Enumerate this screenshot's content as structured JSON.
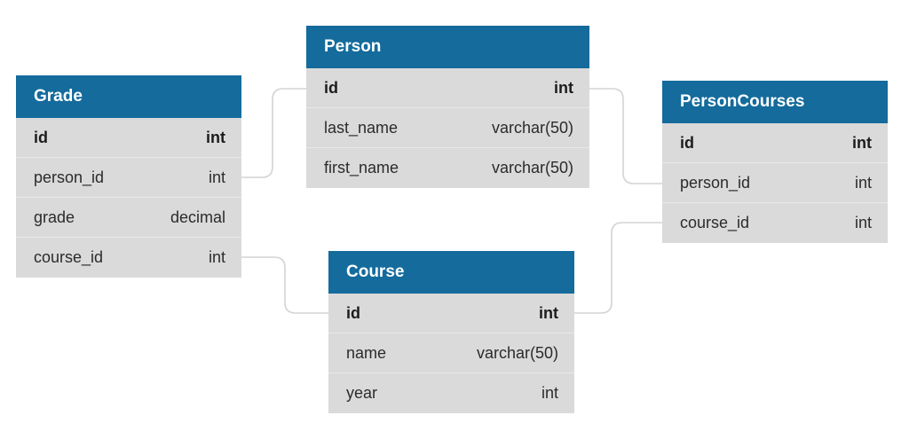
{
  "tables": {
    "grade": {
      "name": "Grade",
      "fields": [
        {
          "name": "id",
          "type": "int",
          "key": true
        },
        {
          "name": "person_id",
          "type": "int",
          "key": false
        },
        {
          "name": "grade",
          "type": "decimal",
          "key": false
        },
        {
          "name": "course_id",
          "type": "int",
          "key": false
        }
      ]
    },
    "person": {
      "name": "Person",
      "fields": [
        {
          "name": "id",
          "type": "int",
          "key": true
        },
        {
          "name": "last_name",
          "type": "varchar(50)",
          "key": false
        },
        {
          "name": "first_name",
          "type": "varchar(50)",
          "key": false
        }
      ]
    },
    "personcourses": {
      "name": "PersonCourses",
      "fields": [
        {
          "name": "id",
          "type": "int",
          "key": true
        },
        {
          "name": "person_id",
          "type": "int",
          "key": false
        },
        {
          "name": "course_id",
          "type": "int",
          "key": false
        }
      ]
    },
    "course": {
      "name": "Course",
      "fields": [
        {
          "name": "id",
          "type": "int",
          "key": true
        },
        {
          "name": "name",
          "type": "varchar(50)",
          "key": false
        },
        {
          "name": "year",
          "type": "int",
          "key": false
        }
      ]
    }
  },
  "relationships": [
    {
      "from": "Grade.person_id",
      "to": "Person.id"
    },
    {
      "from": "Grade.course_id",
      "to": "Course.id"
    },
    {
      "from": "Person.id",
      "to": "PersonCourses.person_id"
    },
    {
      "from": "Course.id",
      "to": "PersonCourses.course_id"
    }
  ],
  "colors": {
    "header": "#146b9c",
    "header_text": "#ffffff",
    "row_background": "#dadada",
    "connector": "#d3d3d3"
  }
}
